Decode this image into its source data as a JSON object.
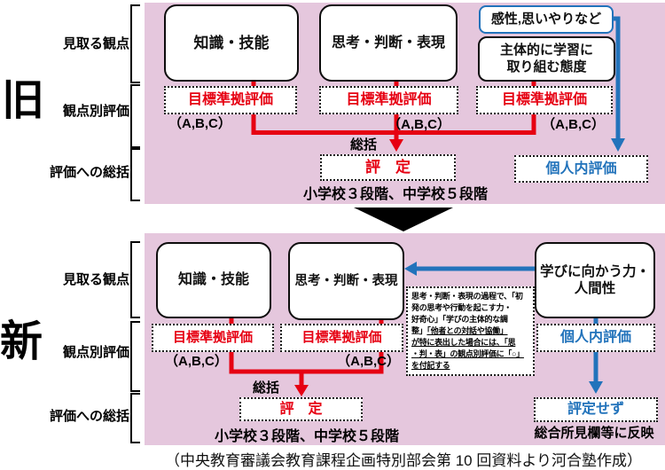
{
  "colors": {
    "red": "#e60012",
    "blue": "#2273bb",
    "pink": "#e5c7dd",
    "black": "#111111"
  },
  "old": {
    "section_label": "旧",
    "row_labels": [
      "見取る観点",
      "観点別評価",
      "評価への総括"
    ],
    "box_knowledge": "知識・技能",
    "box_thinking": "思考・判断・表現",
    "box_sensitivity": "感性,思いやりなど",
    "box_attitude": "主体的に学習に\n取り組む態度",
    "criterion": "目標準拠評価",
    "abc": "（A,B,C）",
    "summary": "総括",
    "rating": "評　定",
    "personal": "個人内評価",
    "scale": "小学校３段階、中学校５段階"
  },
  "new": {
    "section_label": "新",
    "row_labels": [
      "見取る観点",
      "観点別評価",
      "評価への総括"
    ],
    "box_knowledge": "知識・技能",
    "box_thinking": "思考・判断・表現",
    "box_learning": "学びに向かう力・\n人間性",
    "criterion": "目標準拠評価",
    "abc": "（A,B,C）",
    "summary": "総括",
    "rating": "評　定",
    "personal": "個人内評価",
    "no_rating": "評定せず",
    "scale": "小学校３段階、中学校５段階",
    "reflect_note": "総合所見欄等に反映",
    "note_lines": [
      {
        "pre": "思考・判断・表現の過程で、「初",
        "u": ""
      },
      {
        "pre": "発の思考や行動を起こす力・",
        "u": ""
      },
      {
        "pre": "好奇心」「学びの主体的な調",
        "u": ""
      },
      {
        "pre": "整」",
        "u": "「他者との対話や協働」"
      },
      {
        "pre": "",
        "u": "が特に表出した場合には、「思"
      },
      {
        "pre": "",
        "u": "・判・表」の観点別評価に「○」"
      },
      {
        "pre": "",
        "u": "を付記する"
      }
    ]
  },
  "caption": "（中央教育審議会教育課程企画特別部会第 10 回資料より河合塾作成）"
}
